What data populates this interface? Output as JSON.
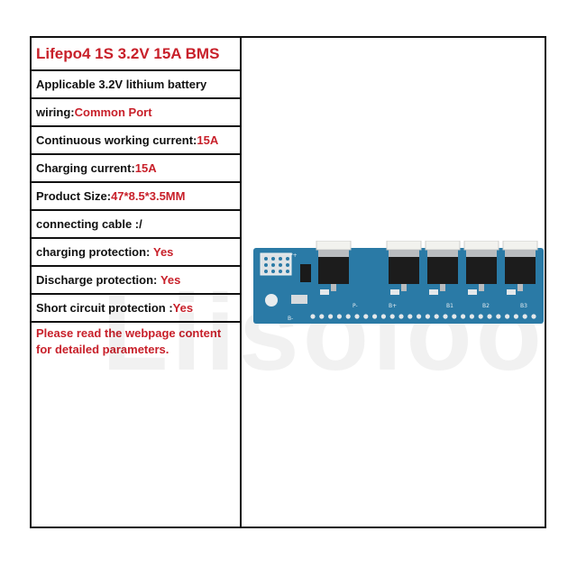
{
  "title": "Lifepo4 1S 3.2V 15A BMS",
  "specs": [
    {
      "label": "Applicable 3.2V lithium battery",
      "value": ""
    },
    {
      "label": "wiring:",
      "value": "Common Port"
    },
    {
      "label": "Continuous working current:",
      "value": "15A"
    },
    {
      "label": "Charging current:",
      "value": "15A"
    },
    {
      "label": "Product Size:",
      "value": "47*8.5*3.5MM"
    },
    {
      "label": "connecting cable :/",
      "value": ""
    },
    {
      "label": "charging protection: ",
      "value": "Yes"
    },
    {
      "label": "Discharge protection: ",
      "value": "Yes"
    },
    {
      "label": "Short circuit protection :",
      "value": "Yes"
    }
  ],
  "note": "Please read the webpage content for detailed parameters.",
  "watermark": "Liisoloo",
  "board": {
    "labels": [
      "P+",
      "B-",
      "B1",
      "B2",
      "B3",
      "B+",
      "P-"
    ],
    "colors": {
      "pcb": "#2a7aa6",
      "mosfet": "#1c1c1c",
      "tab": "#b9bcbf",
      "connector": "#f2f2ee",
      "pad": "#e4e8ea"
    }
  }
}
